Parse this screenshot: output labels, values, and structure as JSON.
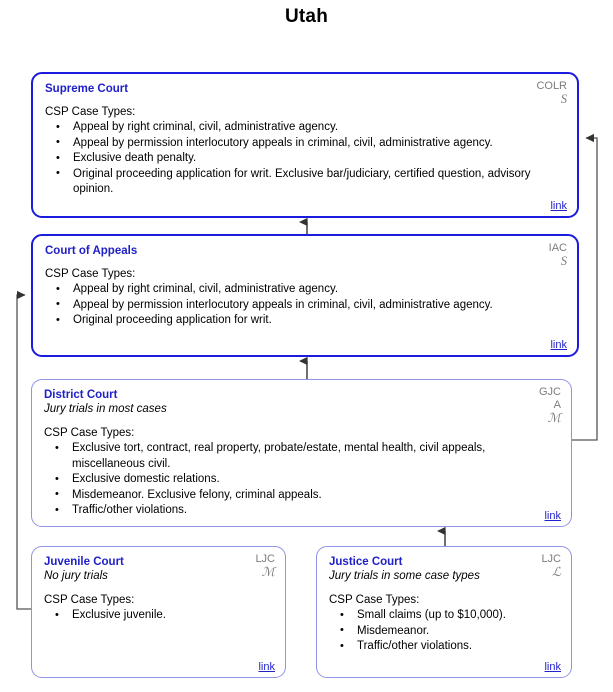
{
  "title": "Utah",
  "labels": {
    "csp_case_types": "CSP Case Types:",
    "link": "link"
  },
  "colors": {
    "appellate_border": "#1b1bdd",
    "trial_border": "#8e93e8",
    "court_title": "#2020c8",
    "link": "#2222cc",
    "badge": "#7d7d7d",
    "connector": "#555555"
  },
  "courts": [
    {
      "id": "supreme-court",
      "name": "Supreme Court",
      "subtitle": "",
      "badge_code": "COLR",
      "badge_mark": "S",
      "tier": "appellate",
      "case_types": [
        "Appeal by right criminal, civil, administrative agency.",
        "Appeal by permission interlocutory appeals in criminal, civil, administrative agency.",
        "Exclusive death penalty.",
        "Original proceeding application for writ.  Exclusive bar/judiciary, certified question, advisory opinion."
      ]
    },
    {
      "id": "court-of-appeals",
      "name": "Court of Appeals",
      "subtitle": "",
      "badge_code": "IAC",
      "badge_mark": "S",
      "tier": "appellate",
      "case_types": [
        "Appeal by right criminal, civil, administrative agency.",
        "Appeal by permission interlocutory appeals in criminal, civil, administrative agency.",
        "Original proceeding application for writ."
      ]
    },
    {
      "id": "district-court",
      "name": "District Court",
      "subtitle": "Jury trials in most cases",
      "badge_code": "GJC",
      "badge_code2": "A",
      "badge_mark": "ℳ",
      "tier": "trial",
      "case_types": [
        "Exclusive tort, contract, real property, probate/estate, mental health, civil appeals, miscellaneous civil.",
        "Exclusive domestic relations.",
        "Misdemeanor.  Exclusive felony, criminal appeals.",
        "Traffic/other violations."
      ]
    },
    {
      "id": "juvenile-court",
      "name": "Juvenile Court",
      "subtitle": "No jury trials",
      "badge_code": "LJC",
      "badge_mark": "ℳ",
      "tier": "trial",
      "case_types": [
        "Exclusive juvenile."
      ]
    },
    {
      "id": "justice-court",
      "name": "Justice Court",
      "subtitle": "Jury trials in some case types",
      "badge_code": "LJC",
      "badge_mark": "ℒ",
      "tier": "trial",
      "case_types": [
        "Small claims (up to $10,000).",
        "Misdemeanor.",
        "Traffic/other violations."
      ]
    }
  ],
  "connections": [
    {
      "id": "appeals-to-supreme",
      "from": "court-of-appeals",
      "to": "supreme-court",
      "style": "vertical-arrow"
    },
    {
      "id": "district-to-appeals",
      "from": "district-court",
      "to": "court-of-appeals",
      "style": "vertical-arrow"
    },
    {
      "id": "justice-to-district",
      "from": "justice-court",
      "to": "district-court",
      "style": "vertical-arrow"
    },
    {
      "id": "district-to-supreme",
      "from": "district-court",
      "to": "supreme-court",
      "style": "right-routed"
    },
    {
      "id": "juvenile-to-appeals",
      "from": "juvenile-court",
      "to": "court-of-appeals",
      "style": "left-routed"
    }
  ]
}
